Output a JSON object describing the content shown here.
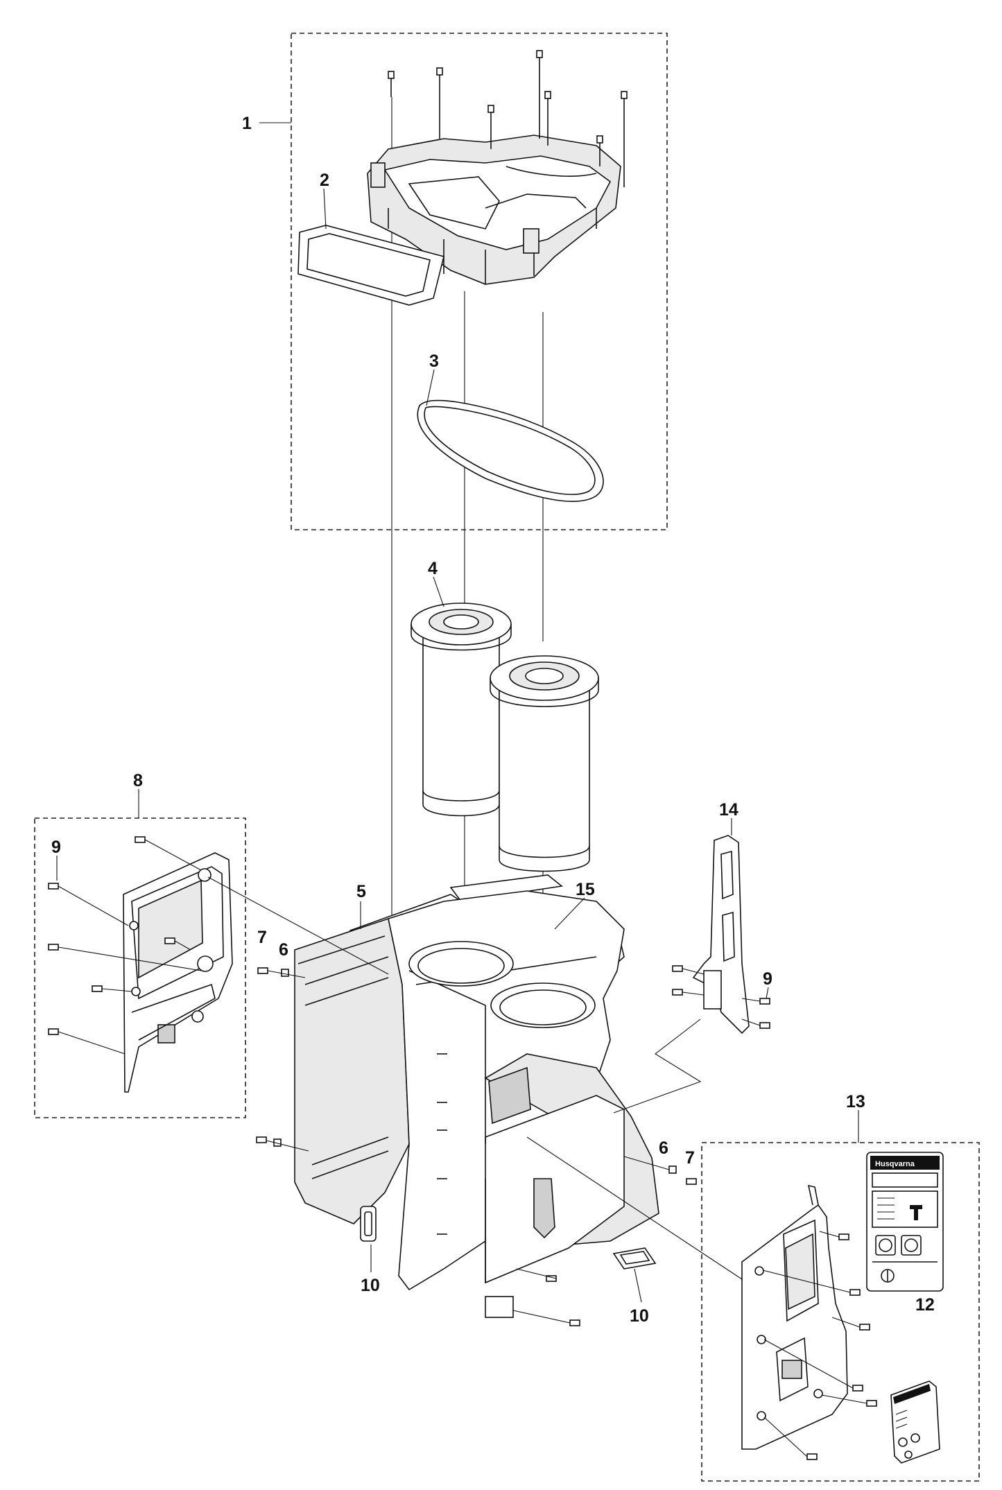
{
  "diagram": {
    "callouts": {
      "c1": "1",
      "c2": "2",
      "c3": "3",
      "c4": "4",
      "c5": "5",
      "c6a": "6",
      "c7a": "7",
      "c6b": "6",
      "c7b": "7",
      "c8": "8",
      "c9a": "9",
      "c9b": "9",
      "c10a": "10",
      "c10b": "10",
      "c12": "12",
      "c13": "13",
      "c14": "14",
      "c15": "15"
    },
    "decal": {
      "brand": "Husqvarna"
    }
  }
}
